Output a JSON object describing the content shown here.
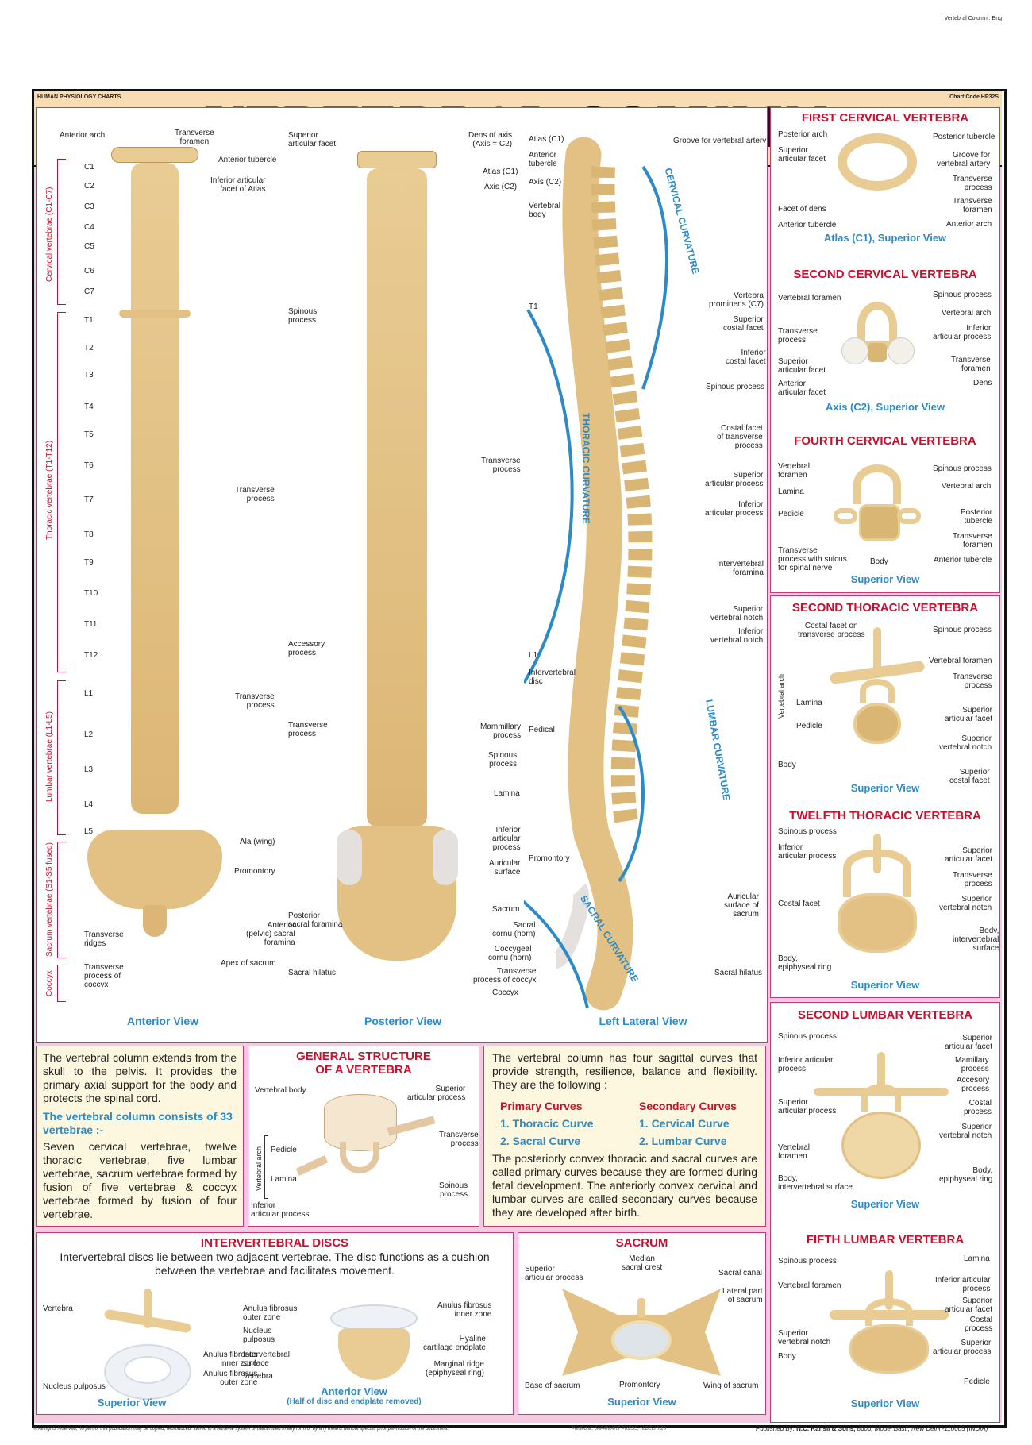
{
  "header": {
    "series": "HUMAN PHYSIOLOGY CHARTS",
    "title": "VERTEBRAL COLUMN",
    "chart_code": "Chart Code HP32S",
    "top_right_tag": "Vertebral Column : Eng",
    "logo": "publisher-seal-logo"
  },
  "anterior_view": {
    "caption": "Anterior View",
    "top_labels": {
      "anterior_arch": "Anterior arch",
      "transverse_foramen": "Transverse\nforamen",
      "anterior_tubercle": "Anterior tubercle",
      "inferior_facet": "Inferior articular\nfacet of Atlas"
    },
    "cervical": [
      "C1",
      "C2",
      "C3",
      "C4",
      "C5",
      "C6",
      "C7"
    ],
    "thoracic": [
      "T1",
      "T2",
      "T3",
      "T4",
      "T5",
      "T6",
      "T7",
      "T8",
      "T9",
      "T10",
      "T11",
      "T12"
    ],
    "lumbar": [
      "L1",
      "L2",
      "L3",
      "L4",
      "L5"
    ],
    "regions": {
      "cervical": "Cervical vertebrae (C1-C7)",
      "thoracic": "Thoracic vertebrae (T1-T12)",
      "lumbar": "Lumbar vertebrae (L1-L5)",
      "sacrum": "Sacrum vertebrae (S1-S5 fused)",
      "coccyx": "Coccyx"
    },
    "right_labels": {
      "transverse_process_t": "Transverse\nprocess",
      "transverse_process_l": "Transverse\nprocess",
      "ala": "Ala (wing)",
      "promontory": "Promontory",
      "anterior_foramina": "Anterior\n(pelvic) sacral\nforamina",
      "apex": "Apex of sacrum"
    },
    "left_labels": {
      "transverse_ridges": "Transverse\nridges",
      "transverse_coccyx": "Transverse\nprocess of\ncoccyx"
    }
  },
  "posterior_view": {
    "caption": "Posterior View",
    "labels": {
      "superior_facet": "Superior\narticular facet",
      "dens": "Dens of axis\n(Axis = C2)",
      "atlas": "Atlas (C1)",
      "axis": "Axis (C2)",
      "spinous": "Spinous\nprocess",
      "transverse_r": "Transverse\nprocess",
      "accessory": "Accessory\nprocess",
      "transverse_l": "Transverse\nprocess",
      "mammillary": "Mammillary\nprocess",
      "spinous2": "Spinous\nprocess",
      "lamina": "Lamina",
      "inferior_articular": "Inferior\narticular\nprocess",
      "auricular": "Auricular\nsurface",
      "sacrum": "Sacrum",
      "posterior_foramina": "Posterior\nsacral foramina",
      "sacral_cornu": "Sacral\ncornu (horn)",
      "coccygeal_cornu": "Coccygeal\ncornu (horn)",
      "sacral_hiatus": "Sacral hilatus",
      "transverse_coccyx": "Transverse\nprocess of coccyx",
      "coccyx": "Coccyx"
    }
  },
  "lateral_view": {
    "caption": "Left Lateral View",
    "curves": {
      "cervical": "CERVICAL CURVATURE",
      "thoracic": "THORACIC CURVATURE",
      "lumbar": "LUMBAR CURVATURE",
      "sacral": "SACRAL CURVATURE"
    },
    "left_labels": {
      "atlas": "Atlas (C1)",
      "ant_tubercle": "Anterior\ntubercle",
      "axis": "Axis (C2)",
      "body": "Vertebral\nbody",
      "t1": "T1",
      "l1": "L1",
      "disc": "Intervertebral\ndisc",
      "pedical": "Pedical",
      "promontory": "Promontory"
    },
    "right_labels": {
      "groove": "Groove for vertebral artery",
      "prominens": "Vertebra\nprominens (C7)",
      "sup_costal": "Superior\ncostal facet",
      "inf_costal": "Inferior\ncostal facet",
      "spinous": "Spinous process",
      "costal_tp": "Costal facet\nof transverse\nprocess",
      "sup_articular": "Superior\narticular process",
      "inf_articular": "Inferior\narticular process",
      "iv_foramina": "Intervertebral\nforamina",
      "sup_notch": "Superior\nvertebral notch",
      "inf_notch": "Inferior\nvertebral notch",
      "auricular": "Auricular\nsurface of\nsacrum",
      "hiatus": "Sacral hilatus"
    }
  },
  "side_panels": [
    {
      "title": "FIRST CERVICAL VERTEBRA",
      "caption": "Atlas (C1), Superior View",
      "left": [
        "Posterior arch",
        "Superior\narticular facet",
        "Facet of dens",
        "Anterior tubercle"
      ],
      "right": [
        "Posterior tubercle",
        "Groove for\nvertebral artery",
        "Transverse\nprocess",
        "Transverse\nforamen",
        "Anterior arch"
      ]
    },
    {
      "title": "SECOND CERVICAL VERTEBRA",
      "caption": "Axis (C2), Superior View",
      "left": [
        "Vertebral foramen",
        "Transverse\nprocess",
        "Superior\narticular facet",
        "Anterior\narticular facet"
      ],
      "right": [
        "Spinous process",
        "Vertebral arch",
        "Inferior\narticular process",
        "Transverse\nforamen",
        "Dens"
      ]
    },
    {
      "title": "FOURTH CERVICAL VERTEBRA",
      "caption": "Superior View",
      "left": [
        "Vertebral\nforamen",
        "Lamina",
        "Pedicle",
        "Transverse\nprocess with sulcus\nfor spinal nerve"
      ],
      "right": [
        "Spinous process",
        "Vertebral arch",
        "Posterior\ntubercle",
        "Transverse\nforamen",
        "Anterior tubercle"
      ],
      "bottom": "Body"
    },
    {
      "title": "SECOND THORACIC VERTEBRA",
      "caption": "Superior View",
      "left": [
        "Costal facet on\ntransverse process",
        "Lamina",
        "Pedicle",
        "Body"
      ],
      "right": [
        "Spinous process",
        "Vertebral foramen",
        "Transverse\nprocess",
        "Superior\narticular facet",
        "Superior\nvertebral notch",
        "Superior\ncostal facet"
      ],
      "arch_label": "Vertebral arch"
    },
    {
      "title": "TWELFTH THORACIC VERTEBRA",
      "caption": "Superior View",
      "left": [
        "Spinous process",
        "Inferior\narticular process",
        "Costal facet",
        "Body,\nepiphyseal ring"
      ],
      "right": [
        "Superior\narticular facet",
        "Transverse\nprocess",
        "Superior\nvertebral notch",
        "Body,\nintervertebral\nsurface"
      ]
    },
    {
      "title": "SECOND LUMBAR VERTEBRA",
      "caption": "Superior View",
      "left": [
        "Spinous process",
        "Inferior articular\nprocess",
        "Superior\narticular process",
        "Vertebral\nforamen",
        "Body,\nintervertebral surface"
      ],
      "right": [
        "Superior\narticular facet",
        "Mamillary\nprocess",
        "Accesory\nprocess",
        "Costal\nprocess",
        "Superior\nvertebral notch",
        "Body,\nepiphyseal ring"
      ]
    },
    {
      "title": "FIFTH LUMBAR VERTEBRA",
      "caption": "Superior View",
      "left": [
        "Spinous process",
        "Vertebral foramen",
        "Superior\nvertebral notch",
        "Body"
      ],
      "right": [
        "Lamina",
        "Inferior articular\nprocess",
        "Superior\narticular facet",
        "Costal\nprocess",
        "Superior\narticular process",
        "Pedicle"
      ]
    }
  ],
  "intro_box": {
    "para1": "The vertebral column extends from the skull to the pelvis. It provides the primary axial support for the body and protects the spinal cord.",
    "heading": "The vertebral column consists of 33 vertebrae :-",
    "para2": "Seven cervical vertebrae, twelve thoracic vertebrae, five lumbar vertebrae, sacrum vertebrae formed by fusion of five vertebrae & coccyx vertebrae formed by fusion of four vertebrae."
  },
  "general_structure": {
    "title": "GENERAL STRUCTURE\nOF A VERTEBRA",
    "labels": {
      "body": "Vertebral body",
      "sup_art": "Superior\narticular process",
      "transverse": "Transverse\nprocess",
      "pedicle": "Pedicle",
      "lamina": "Lamina",
      "spinous": "Spinous\nprocess",
      "inf_art": "Inferior\narticular process",
      "arch": "Vertebral arch"
    }
  },
  "curves_box": {
    "intro": "The vertebral column has four sagittal curves that provide strength, resilience, balance and flexibility. They are the following :",
    "primary_title": "Primary Curves",
    "primary": [
      "1.  Thoracic Curve",
      "2.  Sacral Curve"
    ],
    "secondary_title": "Secondary Curves",
    "secondary": [
      "1.  Cervical Curve",
      "2.  Lumbar Curve"
    ],
    "outro": "The posteriorly convex thoracic and sacral curves are called primary curves because they are formed during fetal development. The anteriorly convex cervical and lumbar curves are called secondary curves because they are developed after birth."
  },
  "discs": {
    "title": "INTERVERTEBRAL DISCS",
    "desc": "Intervertebral discs lie between two adjacent vertebrae. The disc functions as a cushion between the vertebrae and facilitates movement.",
    "superior": {
      "caption": "Superior View",
      "vertebra": "Vertebra",
      "nucleus": "Nucleus pulposus",
      "inner": "Anulus fibrosus\ninner zone",
      "outer": "Anulus fibrosus\nouter zone"
    },
    "anterior": {
      "caption": "Anterior View",
      "subcaption": "(Half of disc and endplate removed)",
      "outer": "Anulus fibrosus\nouter zone",
      "nucleus": "Nucleus\npulposus",
      "surface": "Intervertebral\nsurface",
      "vertebra": "Vertebra",
      "inner": "Anulus fibrosus\ninner zone",
      "hyaline": "Hyaline\ncartilage endplate",
      "ridge": "Marginal ridge\n(epiphyseal ring)"
    }
  },
  "sacrum_panel": {
    "title": "SACRUM",
    "caption": "Superior View",
    "labels": {
      "sup_art": "Superior\narticular process",
      "crest": "Median\nsacral crest",
      "canal": "Sacral canal",
      "lateral": "Lateral part\nof sacrum",
      "base": "Base of sacrum",
      "promontory": "Promontory",
      "wing": "Wing of sacrum"
    }
  },
  "footer": {
    "copyright": "© All rights reserved, no part of this publication may be copied, reproduced, stored in a retrieval system or transmitted in any form or by any means without specific prior permission of the publishers.",
    "printer": "Printed at: JAPAN ART PRESS, N.DELHI-28",
    "publisher_prefix": "Published By:",
    "publisher": "N.C. Kansil & Sons,",
    "address": "8606, Model Basti, New Delhi -110005 (INDIA)"
  },
  "colors": {
    "header_bg": "#f8dcb3",
    "panel_border": "#c3387a",
    "pink_bg": "#f5c9df",
    "title_red": "#c8102e",
    "caption_blue": "#2c8bc6",
    "bone": "#e9cc94",
    "cream": "#fdf7df"
  }
}
